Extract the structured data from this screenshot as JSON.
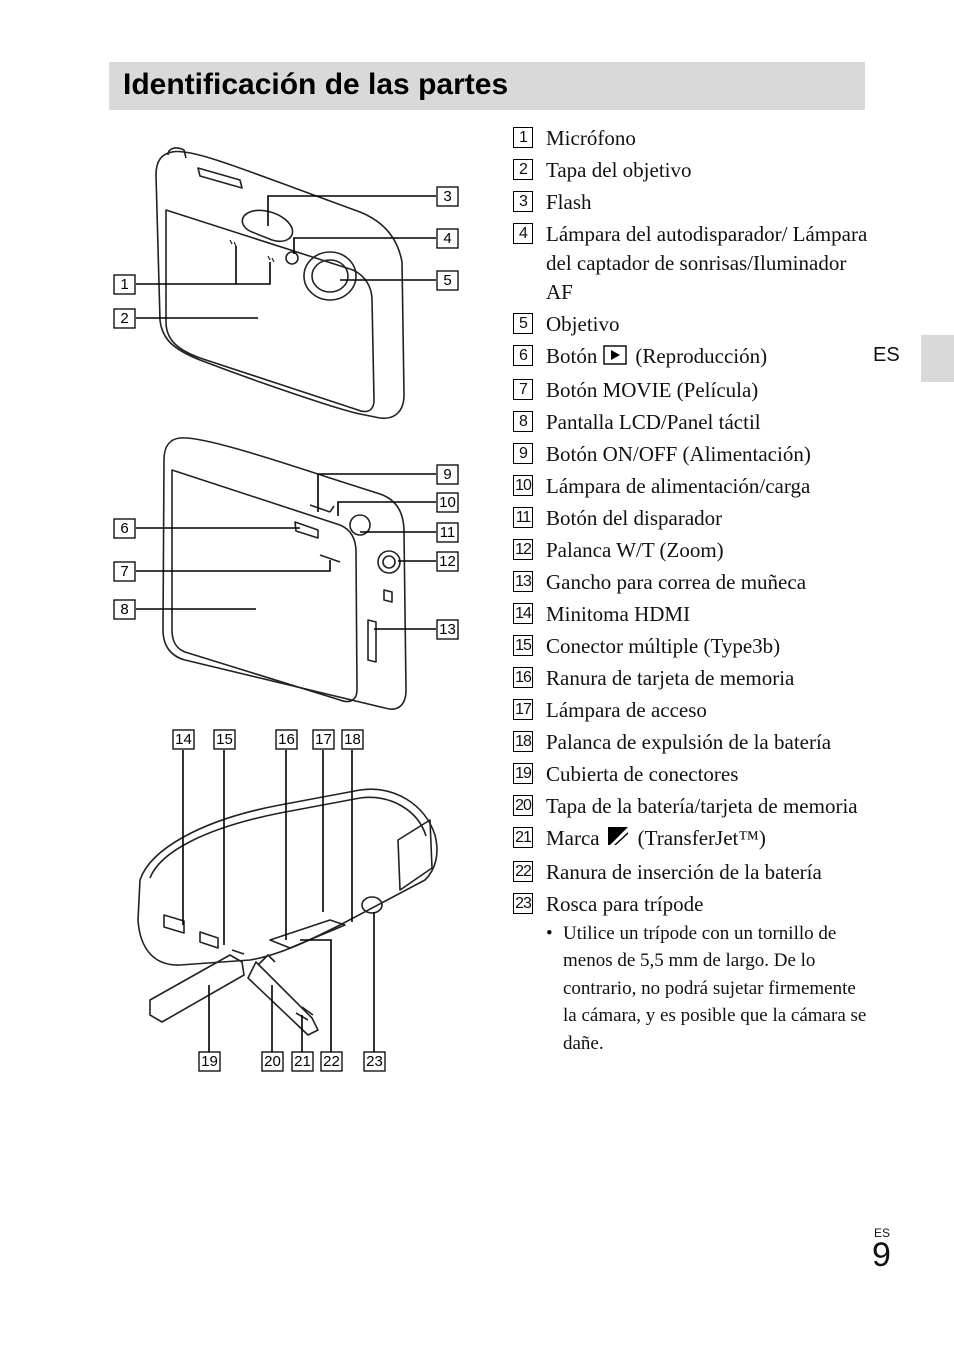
{
  "header": {
    "title": "Identificación de las partes"
  },
  "side_tab": {
    "lang": "ES"
  },
  "parts": [
    {
      "num": "1",
      "label": "Micrófono"
    },
    {
      "num": "2",
      "label": "Tapa del objetivo"
    },
    {
      "num": "3",
      "label": "Flash"
    },
    {
      "num": "4",
      "label": "Lámpara del autodisparador/ Lámpara del captador de sonrisas/Iluminador AF"
    },
    {
      "num": "5",
      "label": "Objetivo"
    },
    {
      "num": "6",
      "label_pre": "Botón",
      "icon": "play-icon",
      "label_post": "(Reproducción)"
    },
    {
      "num": "7",
      "label": "Botón MOVIE (Película)"
    },
    {
      "num": "8",
      "label": "Pantalla LCD/Panel táctil"
    },
    {
      "num": "9",
      "label": "Botón ON/OFF (Alimentación)"
    },
    {
      "num": "10",
      "label": "Lámpara de alimentación/carga"
    },
    {
      "num": "11",
      "label": "Botón del disparador"
    },
    {
      "num": "12",
      "label": "Palanca W/T (Zoom)"
    },
    {
      "num": "13",
      "label": "Gancho para correa de muñeca"
    },
    {
      "num": "14",
      "label": "Minitoma HDMI"
    },
    {
      "num": "15",
      "label": "Conector múltiple (Type3b)"
    },
    {
      "num": "16",
      "label": "Ranura de tarjeta de memoria"
    },
    {
      "num": "17",
      "label": "Lámpara de acceso"
    },
    {
      "num": "18",
      "label": "Palanca de expulsión de la batería"
    },
    {
      "num": "19",
      "label": "Cubierta de conectores"
    },
    {
      "num": "20",
      "label": "Tapa de la batería/tarjeta de memoria"
    },
    {
      "num": "21",
      "label_pre": "Marca",
      "icon": "transferjet-icon",
      "label_post": "(TransferJet™)"
    },
    {
      "num": "22",
      "label": "Ranura de inserción de la batería"
    },
    {
      "num": "23",
      "label": "Rosca para trípode"
    }
  ],
  "note": "Utilice un trípode con un tornillo de menos de 5,5 mm de largo. De lo contrario, no podrá sujetar firmemente la cámara, y es posible que la cámara se dañe.",
  "footer": {
    "lang": "ES",
    "page": "9"
  }
}
